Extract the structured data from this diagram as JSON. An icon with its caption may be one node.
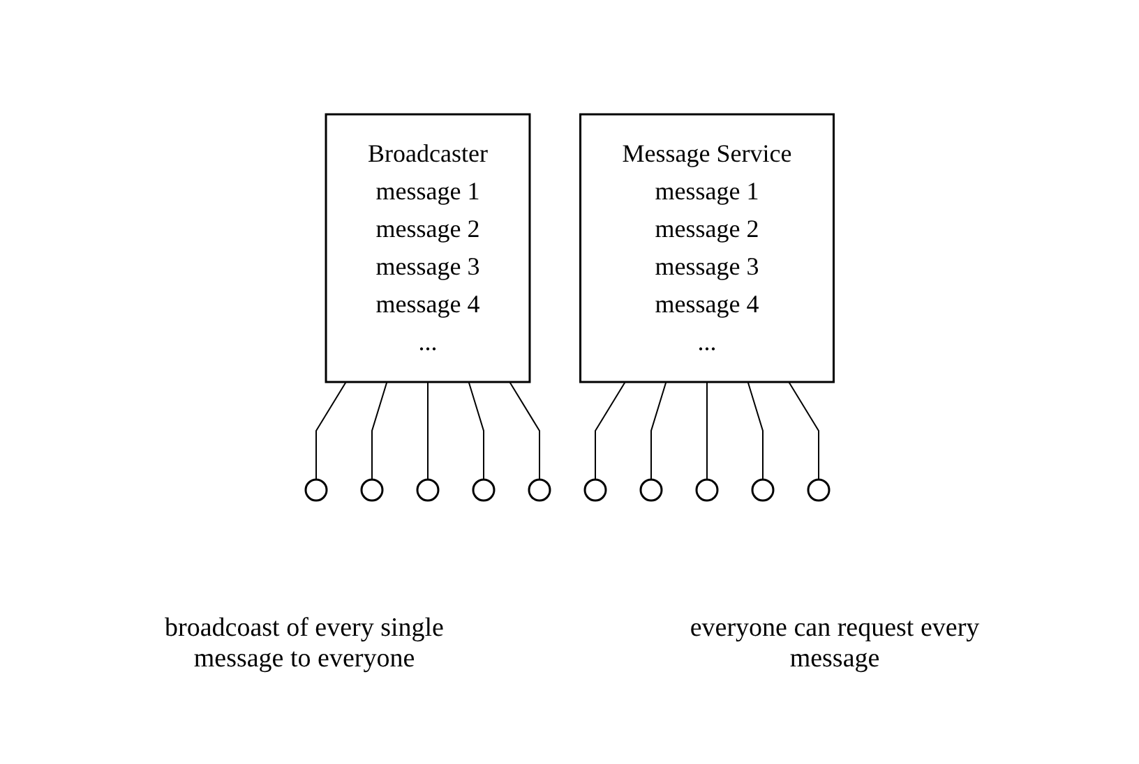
{
  "diagram": {
    "nodes": [
      {
        "text": [
          "Broadcaster",
          "message 1",
          "message 2",
          "message 3",
          "message 4",
          "..."
        ]
      },
      {
        "text": [],
        "shape": "circle"
      },
      {
        "text": [],
        "shape": "circle"
      },
      {
        "text": [],
        "shape": "circle"
      },
      {
        "text": [],
        "shape": "circle"
      },
      {
        "text": [],
        "shape": "circle"
      },
      {
        "text": [
          "Message Service",
          "message 1",
          "message 2",
          "message 3",
          "message 4",
          "..."
        ]
      },
      {
        "text": [],
        "shape": "circle"
      },
      {
        "text": [],
        "shape": "circle"
      },
      {
        "text": [],
        "shape": "circle"
      },
      {
        "text": [],
        "shape": "circle"
      },
      {
        "text": [],
        "shape": "circle"
      }
    ],
    "edges": [
      {
        "from": 0,
        "to": 1,
        "arrow": "none"
      },
      {
        "from": 0,
        "to": 2,
        "arrow": "none"
      },
      {
        "from": 0,
        "to": 3,
        "arrow": "none"
      },
      {
        "from": 0,
        "to": 4,
        "arrow": "none"
      },
      {
        "from": 0,
        "to": 5,
        "arrow": "none"
      },
      {
        "from": 6,
        "to": 7,
        "arrow": "none"
      },
      {
        "from": 6,
        "to": 8,
        "arrow": "none"
      },
      {
        "from": 6,
        "to": 9,
        "arrow": "none"
      },
      {
        "from": 6,
        "to": 10,
        "arrow": "none"
      },
      {
        "from": 6,
        "to": 11,
        "arrow": "none"
      }
    ],
    "labels": [
      "broadcoast of every single message to everyone",
      "everyone can request every message"
    ]
  }
}
